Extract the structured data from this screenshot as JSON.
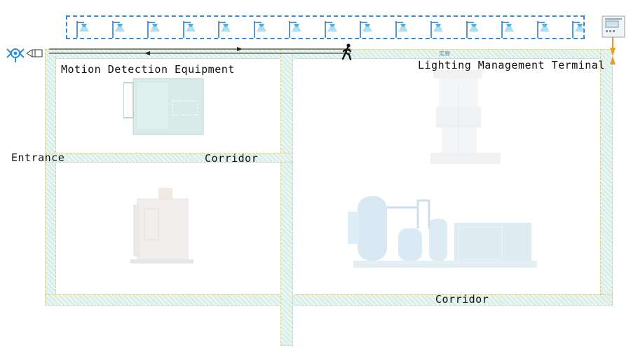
{
  "labels": {
    "motion_detection": "Motion Detection Equipment",
    "lighting_terminal": "Lighting Management Terminal",
    "entrance": "Entrance",
    "corridor_middle": "Corridor",
    "corridor_bottom": "Corridor",
    "corridor_small": "走廊"
  },
  "icons": {
    "lamp": "street-lamp-icon",
    "person": "walking-person-icon",
    "camera": "sensor-camera-icon",
    "terminal": "control-terminal-icon"
  },
  "colors": {
    "corridor_fill": "#d9eee6",
    "corridor_border": "#d8cf88",
    "wire": "#3b8bd0",
    "lamp_light": "#4fb3d9",
    "terminal_link": "#e0a020"
  }
}
